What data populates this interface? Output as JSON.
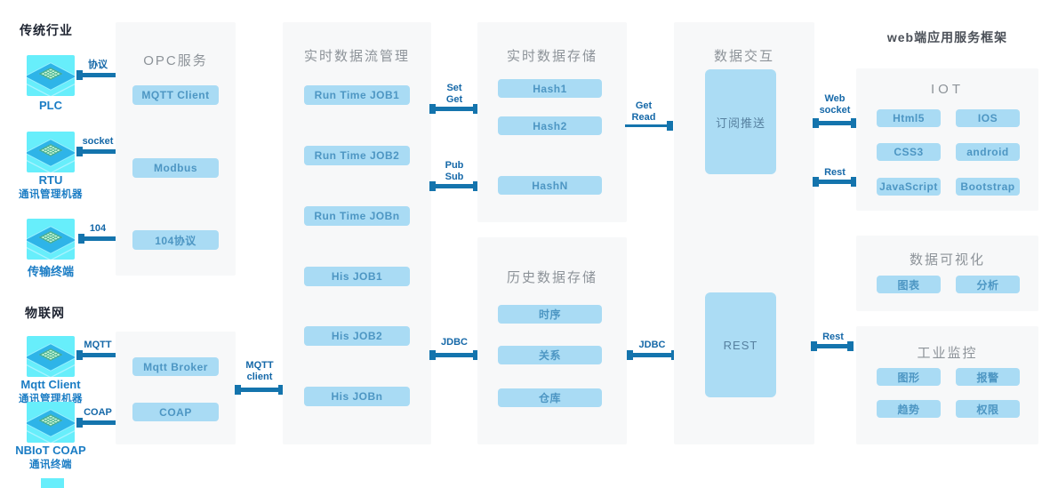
{
  "left": {
    "section1": "传统行业",
    "section2": "物联网",
    "devices": [
      {
        "name": "PLC",
        "conn": "协议"
      },
      {
        "name": "RTU",
        "sub": "通讯管理机器",
        "conn": "socket"
      },
      {
        "name": "传输终端",
        "conn": "104"
      },
      {
        "name": "Mqtt Client",
        "sub": "通讯管理机器",
        "conn": "MQTT"
      },
      {
        "name": "NBIoT COAP",
        "sub": "通讯终端",
        "conn": "COAP"
      }
    ]
  },
  "opc": {
    "title": "OPC服务",
    "items": [
      "MQTT Client",
      "Modbus",
      "104协议"
    ]
  },
  "gateway": {
    "items": [
      "Mqtt Broker",
      "COAP"
    ]
  },
  "stream": {
    "title": "实时数据流管理",
    "items": [
      "Run Time JOB1",
      "Run Time JOB2",
      "Run Time JOBn",
      "His JOB1",
      "His JOB2",
      "His JOBn"
    ]
  },
  "rt_store": {
    "title": "实时数据存储",
    "items": [
      "Hash1",
      "Hash2",
      "HashN"
    ]
  },
  "hist_store": {
    "title": "历史数据存储",
    "items": [
      "时序",
      "关系",
      "仓库"
    ]
  },
  "exchange": {
    "title": "数据交互",
    "subscribe": "订阅推送",
    "rest": "REST"
  },
  "web": {
    "title": "web端应用服务框架",
    "iot": {
      "title": "IOT",
      "items": [
        "Html5",
        "IOS",
        "CSS3",
        "android",
        "JavaScript",
        "Bootstrap"
      ]
    },
    "viz": {
      "title": "数据可视化",
      "items": [
        "图表",
        "分析"
      ]
    },
    "monitor": {
      "title": "工业监控",
      "items": [
        "图形",
        "报警",
        "趋势",
        "权限"
      ]
    }
  },
  "connectors": {
    "mqtt_client": [
      "MQTT",
      "client"
    ],
    "set_get": [
      "Set",
      "Get"
    ],
    "pub_sub": [
      "Pub",
      "Sub"
    ],
    "jdbc_left": "JDBC",
    "get_read": [
      "Get",
      "Read"
    ],
    "jdbc_right": "JDBC",
    "web_socket": [
      "Web",
      "socket"
    ],
    "rest_top": "Rest",
    "rest_bottom": "Rest"
  },
  "colors": {
    "accent_blue": "#1474ad",
    "chip_fill": "#a9dbf4",
    "chip_text": "#4d96c3",
    "icon_cyan": "#67eefb",
    "panel_bg": "#f7f8f9"
  }
}
